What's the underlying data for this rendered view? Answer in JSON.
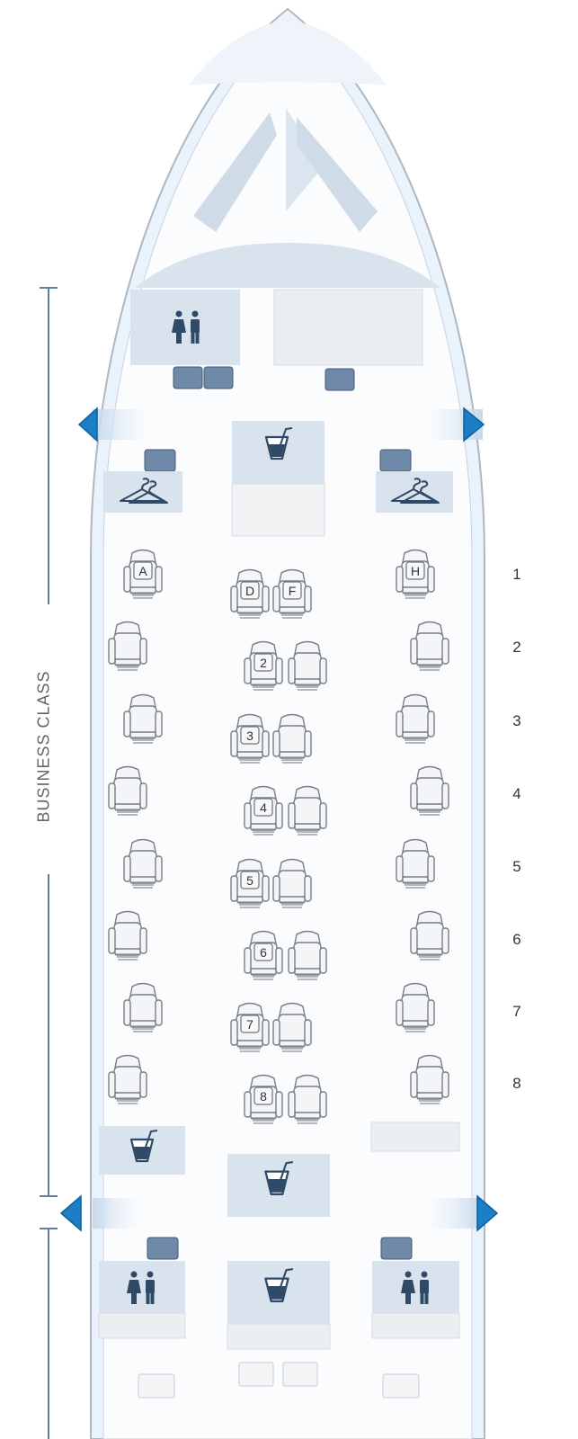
{
  "cabin": {
    "section_label": "BUSINESS CLASS",
    "row_numbers": [
      "1",
      "2",
      "3",
      "4",
      "5",
      "6",
      "7",
      "8"
    ],
    "seat_letters_row1": [
      "A",
      "D",
      "F",
      "H"
    ],
    "center_seat_labels": [
      "2",
      "3",
      "4",
      "5",
      "6",
      "7",
      "8"
    ]
  },
  "colors": {
    "fuselage": "#eaf2fb",
    "fuselage_outline": "#aeb7c2",
    "facility_box": "#d9e3ee",
    "jump_seat": "#6f8aa8",
    "exit_arrow": "#1c7fc6",
    "section_line": "#5e7f9f",
    "seat_stroke": "#7a7f86",
    "seat_fill": "#f4f5f6"
  },
  "icons": {
    "lavatory": "lavatory-icon",
    "galley": "galley-drink-icon",
    "closet": "coat-hanger-icon",
    "exit": "exit-arrow-icon"
  }
}
